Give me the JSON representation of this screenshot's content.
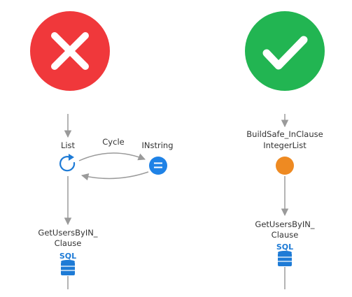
{
  "colors": {
    "bad": "#f0383b",
    "good": "#22b552",
    "connector": "#9a9a9a",
    "loop_blue": "#1e7bd6",
    "assign_blue": "#1f82e6",
    "orange": "#ee8a22",
    "sql_blue": "#1e7bd6"
  },
  "left_flow": {
    "status_icon": "close-icon",
    "loop": {
      "label": "List",
      "icon": "refresh-icon"
    },
    "cycle_label": "Cycle",
    "assign": {
      "label": "INstring",
      "icon": "equals-icon"
    },
    "sql": {
      "label_line1": "GetUsersByIN_",
      "label_line2": "Clause",
      "badge": "SQL",
      "icon": "database-icon"
    }
  },
  "right_flow": {
    "status_icon": "check-icon",
    "action": {
      "label_line1": "BuildSafe_InClause",
      "label_line2": "IntegerList"
    },
    "sql": {
      "label_line1": "GetUsersByIN_",
      "label_line2": "Clause",
      "badge": "SQL",
      "icon": "database-icon"
    }
  }
}
